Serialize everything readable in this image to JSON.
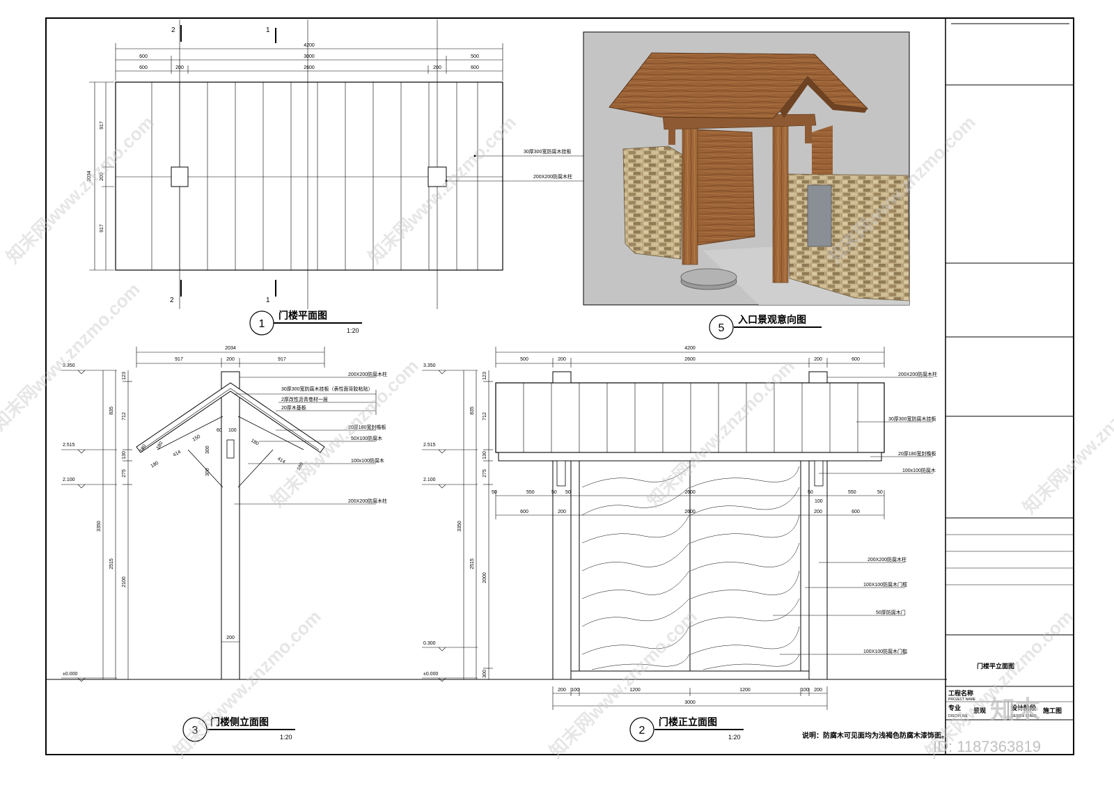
{
  "plan": {
    "title": "门楼平面图",
    "num": "1",
    "scale": "1:20",
    "dims_top": [
      "4200",
      "3000",
      "600",
      "500",
      "600",
      "200",
      "2600",
      "200",
      "600"
    ],
    "dims_left": [
      "2034",
      "917",
      "200",
      "917"
    ],
    "notes": [
      "30厚300宽防腐木挂板",
      "200X200防腐木柱"
    ],
    "sections": [
      "2",
      "1",
      "2",
      "1"
    ]
  },
  "perspective": {
    "title": "入口景观意向图",
    "num": "5"
  },
  "side": {
    "title": "门楼侧立面图",
    "num": "3",
    "scale": "1:20",
    "dims_top": [
      "2034",
      "917",
      "200",
      "917"
    ],
    "levels": [
      "3.350",
      "2.515",
      "2.100",
      "±0.000"
    ],
    "dims_v": [
      "835",
      "712",
      "130",
      "275",
      "3350",
      "2515",
      "2100",
      "123"
    ],
    "dims_roof": [
      "60",
      "100",
      "150",
      "180",
      "414",
      "180",
      "414",
      "180",
      "180",
      "300",
      "300",
      "180"
    ],
    "dim_post": "200",
    "notes": [
      "200X200防腐木柱",
      "30厚300宽防腐木挂板（表性面背胶粘贴）",
      "2厚改性沥青卷材一层",
      "20厚木基板",
      "20厚180宽封檐板",
      "50X100防腐木",
      "100x100防腐木",
      "200X200防腐木柱"
    ]
  },
  "front": {
    "title": "门楼正立面图",
    "num": "2",
    "scale": "1:20",
    "dims_top": [
      "4200",
      "500",
      "200",
      "2600",
      "200",
      "600"
    ],
    "levels": [
      "3.350",
      "2.515",
      "2.100",
      "0.300",
      "±0.000"
    ],
    "dims_v": [
      "835",
      "712",
      "130",
      "275",
      "3350",
      "2515",
      "2000",
      "123",
      "300"
    ],
    "dims_mid1": [
      "50",
      "550",
      "50",
      "50",
      "2600",
      "50",
      "100",
      "550",
      "50"
    ],
    "dims_mid2": [
      "600",
      "200",
      "2600",
      "200",
      "600"
    ],
    "dims_bottom": [
      "200",
      "100",
      "1200",
      "1200",
      "100",
      "200",
      "3000"
    ],
    "notes": [
      "200X200防腐木柱",
      "30厚300宽防腐木挂板",
      "20厚180宽封檐板",
      "100x100防腐木",
      "200X200防腐木柱",
      "100X100防腐木门框",
      "50厚防腐木门",
      "100X100防腐木门槛"
    ]
  },
  "remark": "说明：防腐木可见面均为浅褐色防腐木漆饰面。",
  "title_block": {
    "drawing_name": "门楼平立面图",
    "project_label": "工程名称",
    "project_label_en": "PROJECT NAME",
    "discipline_label": "专业",
    "discipline_label_en": "DISCIPLINE",
    "discipline_value": "景观",
    "stage_label": "设计阶段",
    "stage_label_en": "DESIGN STAGE",
    "stage_value": "施工图"
  },
  "watermark": {
    "text": "知末网www.znzmo.com",
    "logo": "知末",
    "id": "ID: 1187363819"
  },
  "colors": {
    "line": "#000000",
    "wood": "#8a5a34",
    "stone": "#b7a37a",
    "sky": "#bdbdbd"
  }
}
